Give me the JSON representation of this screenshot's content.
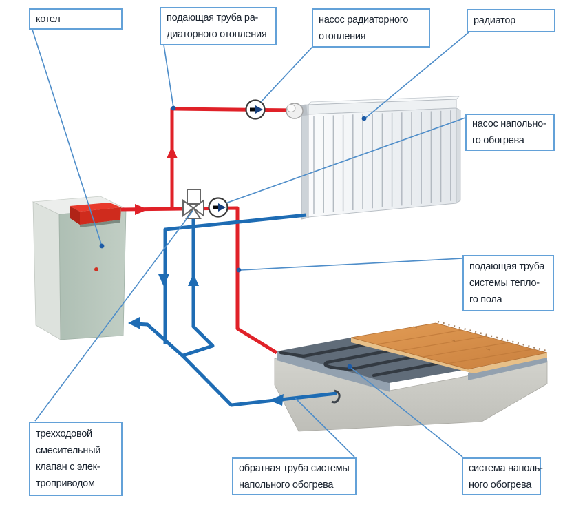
{
  "diagram": {
    "title_semantic": "two-circuit heating system schematic (radiator + heated floor)",
    "colors": {
      "supply_pipe_red": "#e02128",
      "return_pipe_blue": "#1e6cb4",
      "leader_line_blue": "#4e8dc9",
      "callout_border_blue": "#63a1d8",
      "callout_text": "#1b2430",
      "screed_gray": "#606c79",
      "wood_floor": "#d6924c",
      "boiler_front": "#b7c6bb",
      "boiler_panel_red": "#e8392b"
    },
    "labels": {
      "boiler": {
        "lines": [
          "котел"
        ]
      },
      "radiator_supply_pipe": {
        "lines": [
          "подающая труба ра-",
          "диаторного отопления"
        ]
      },
      "radiator_pump": {
        "lines": [
          "насос радиаторного",
          "отопления"
        ]
      },
      "radiator": {
        "lines": [
          "радиатор"
        ]
      },
      "floor_pump": {
        "lines": [
          "насос напольно-",
          "го обогрева"
        ]
      },
      "floor_supply_pipe": {
        "lines": [
          "подающая труба",
          "системы тепло-",
          "го пола"
        ]
      },
      "mixing_valve": {
        "lines": [
          "трехходовой",
          "смесительный",
          "клапан с элек-",
          "троприводом"
        ]
      },
      "floor_return_pipe": {
        "lines": [
          "обратная труба системы",
          "напольного обогрева"
        ]
      },
      "floor_system": {
        "lines": [
          "система наполь-",
          "ного обогрева"
        ]
      }
    }
  }
}
